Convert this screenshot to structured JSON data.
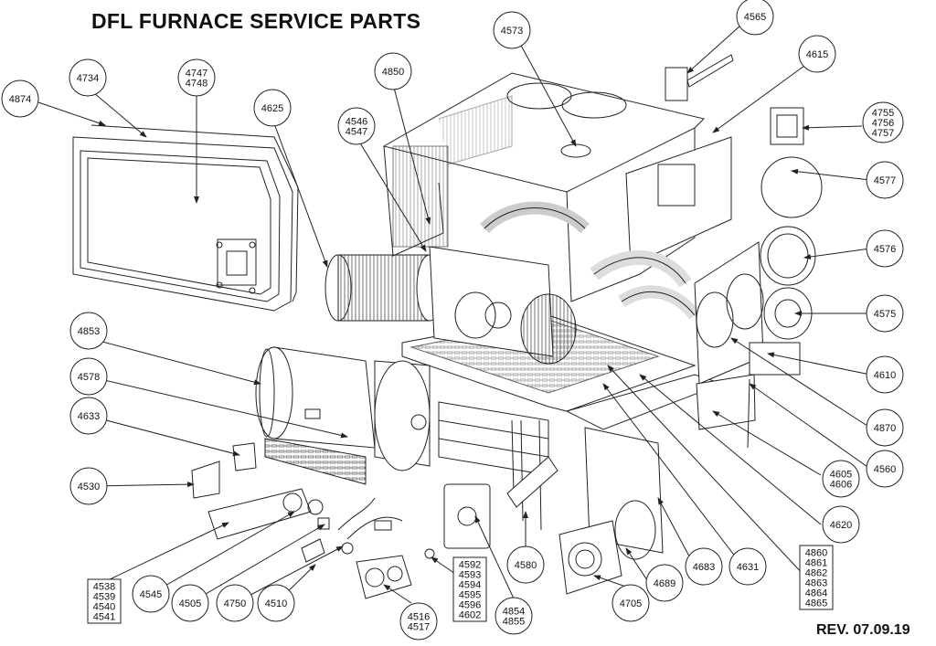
{
  "title": "DFL FURNACE SERVICE PARTS",
  "revision": "REV. 07.09.19",
  "callouts": {
    "c4874": [
      "4874"
    ],
    "c4734": [
      "4734"
    ],
    "c4747": [
      "4747",
      "4748"
    ],
    "c4625": [
      "4625"
    ],
    "c4546": [
      "4546",
      "4547"
    ],
    "c4850": [
      "4850"
    ],
    "c4573": [
      "4573"
    ],
    "c4565": [
      "4565"
    ],
    "c4615": [
      "4615"
    ],
    "c4755": [
      "4755",
      "4756",
      "4757"
    ],
    "c4577": [
      "4577"
    ],
    "c4576": [
      "4576"
    ],
    "c4575": [
      "4575"
    ],
    "c4610": [
      "4610"
    ],
    "c4870": [
      "4870"
    ],
    "c4560": [
      "4560"
    ],
    "c4605": [
      "4605",
      "4606"
    ],
    "c4620": [
      "4620"
    ],
    "c4853": [
      "4853"
    ],
    "c4578": [
      "4578"
    ],
    "c4633": [
      "4633"
    ],
    "c4530": [
      "4530"
    ],
    "c4545": [
      "4545"
    ],
    "c4505": [
      "4505"
    ],
    "c4750": [
      "4750"
    ],
    "c4510": [
      "4510"
    ],
    "c4516": [
      "4516",
      "4517"
    ],
    "c4854": [
      "4854",
      "4855"
    ],
    "c4580": [
      "4580"
    ],
    "c4705": [
      "4705"
    ],
    "c4689": [
      "4689"
    ],
    "c4683": [
      "4683"
    ],
    "c4631": [
      "4631"
    ],
    "c4538": [
      "4538",
      "4539",
      "4540",
      "4541"
    ],
    "c4592": [
      "4592",
      "4593",
      "4594",
      "4595",
      "4596",
      "4602"
    ],
    "c4860": [
      "4860",
      "4861",
      "4862",
      "4863",
      "4864",
      "4865"
    ]
  }
}
